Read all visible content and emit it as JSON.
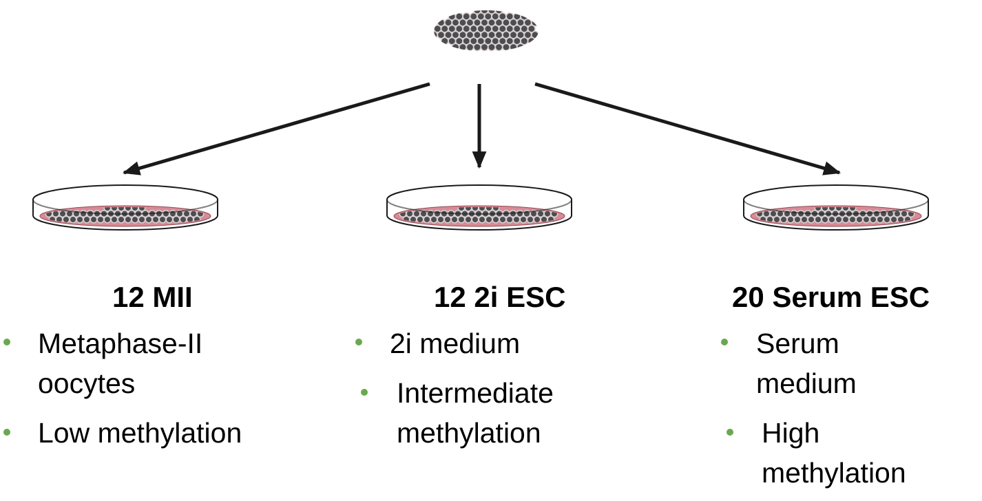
{
  "colors": {
    "cell_fill": "#4d4d4d",
    "cell_outline": "#d8d0d6",
    "medium_pink": "#d98a94",
    "arrow": "#1a1a1a",
    "bullet": "#6aa84f",
    "text": "#000000"
  },
  "icons": {
    "cell_cluster": "cell-cluster-icon",
    "petri_dish": "petri-dish-icon"
  },
  "columns": [
    {
      "title": "12 MII",
      "bullets": [
        {
          "lines": [
            "Metaphase-II",
            "oocytes"
          ]
        },
        {
          "lines": [
            "Low methylation"
          ]
        }
      ]
    },
    {
      "title": "12 2i ESC",
      "bullets": [
        {
          "lines": [
            "2i medium"
          ]
        },
        {
          "lines": [
            "Intermediate",
            "methylation"
          ]
        }
      ]
    },
    {
      "title": "20 Serum ESC",
      "bullets": [
        {
          "lines": [
            "Serum",
            "medium"
          ]
        },
        {
          "lines": [
            "High",
            "methylation"
          ]
        }
      ]
    }
  ]
}
